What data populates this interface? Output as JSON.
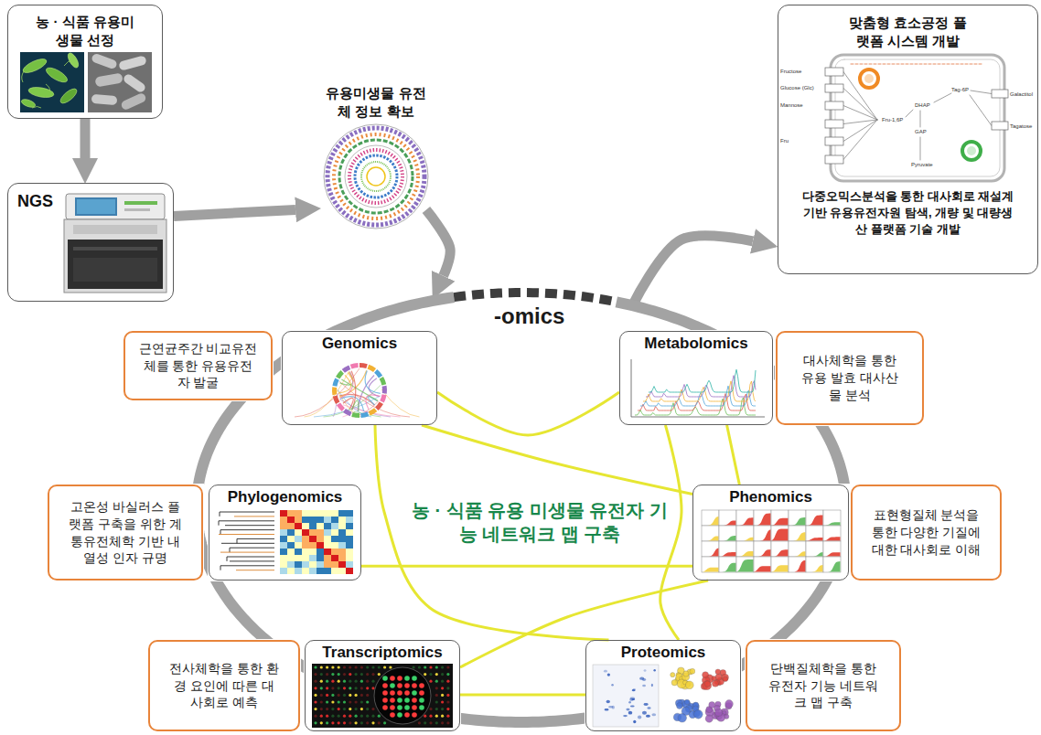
{
  "diagram": {
    "nodes": [
      {
        "text": [
          "농 · 식품 유용미생물 선정"
        ]
      },
      {
        "text": [
          "NGS"
        ]
      },
      {
        "text": [
          "유용미생물 유전체 정보 확보"
        ]
      },
      {
        "text": [
          "맞춤형 효소공정 플랫폼 시스템 개발",
          "다중오믹스분석을 통한 대사회로 재설계 기반 유용유전자원 탐색, 개량 및 대량생산 플랫폼 기술 개발"
        ]
      },
      {
        "text": [
          "농 · 식품 유용 미생물 유전자 기능 네트워크 맵 구축"
        ]
      },
      {
        "text": [
          "근연균주간 비교유전체를 통한 유용유전자 발굴"
        ]
      },
      {
        "text": [
          "Genomics"
        ]
      },
      {
        "text": [
          "Metabolomics"
        ]
      },
      {
        "text": [
          "대사체학을 통한 유용 발효 대사산물 분석"
        ]
      },
      {
        "text": [
          "고온성 바실러스 플랫폼 구축을 위한 계통유전체학 기반 내열성 인자 규명"
        ]
      },
      {
        "text": [
          "Phylogenomics"
        ]
      },
      {
        "text": [
          "Phenomics"
        ]
      },
      {
        "text": [
          "표현형질체 분석을 통한 다양한 기질에 대한 대사회로 이해"
        ]
      },
      {
        "text": [
          "전사체학을 통한 환경 요인에 따른 대사회로 예측"
        ]
      },
      {
        "text": [
          "Transcriptomics"
        ]
      },
      {
        "text": [
          "Proteomics"
        ]
      },
      {
        "text": [
          "단백질체학을 통한 유전자 기능 네트워크 맵 구축"
        ]
      }
    ],
    "edges": [
      {
        "from": 0,
        "to": 1,
        "arrow": "to"
      },
      {
        "from": 1,
        "to": 2,
        "arrow": "to"
      },
      {
        "from": 2,
        "to": 4,
        "arrow": "to"
      },
      {
        "from": 4,
        "to": 3,
        "arrow": "to"
      },
      {
        "from": 6,
        "to": 7,
        "arrow": "none"
      },
      {
        "from": 6,
        "to": 11,
        "arrow": "none"
      },
      {
        "from": 6,
        "to": 15,
        "arrow": "none"
      },
      {
        "from": 7,
        "to": 11,
        "arrow": "none"
      },
      {
        "from": 7,
        "to": 15,
        "arrow": "none"
      },
      {
        "from": 10,
        "to": 11,
        "arrow": "none"
      },
      {
        "from": 11,
        "to": 14,
        "arrow": "none"
      },
      {
        "from": 14,
        "to": 15,
        "arrow": "none"
      }
    ],
    "labels": [
      "-omics",
      "Fructose",
      "Glucose (Glc)",
      "Mannose",
      "Fru",
      "Fru-1,6P",
      "DHAP",
      "GAP",
      "Pyruvate",
      "Tag-6P",
      "Galactitol",
      "Tagatose"
    ]
  }
}
